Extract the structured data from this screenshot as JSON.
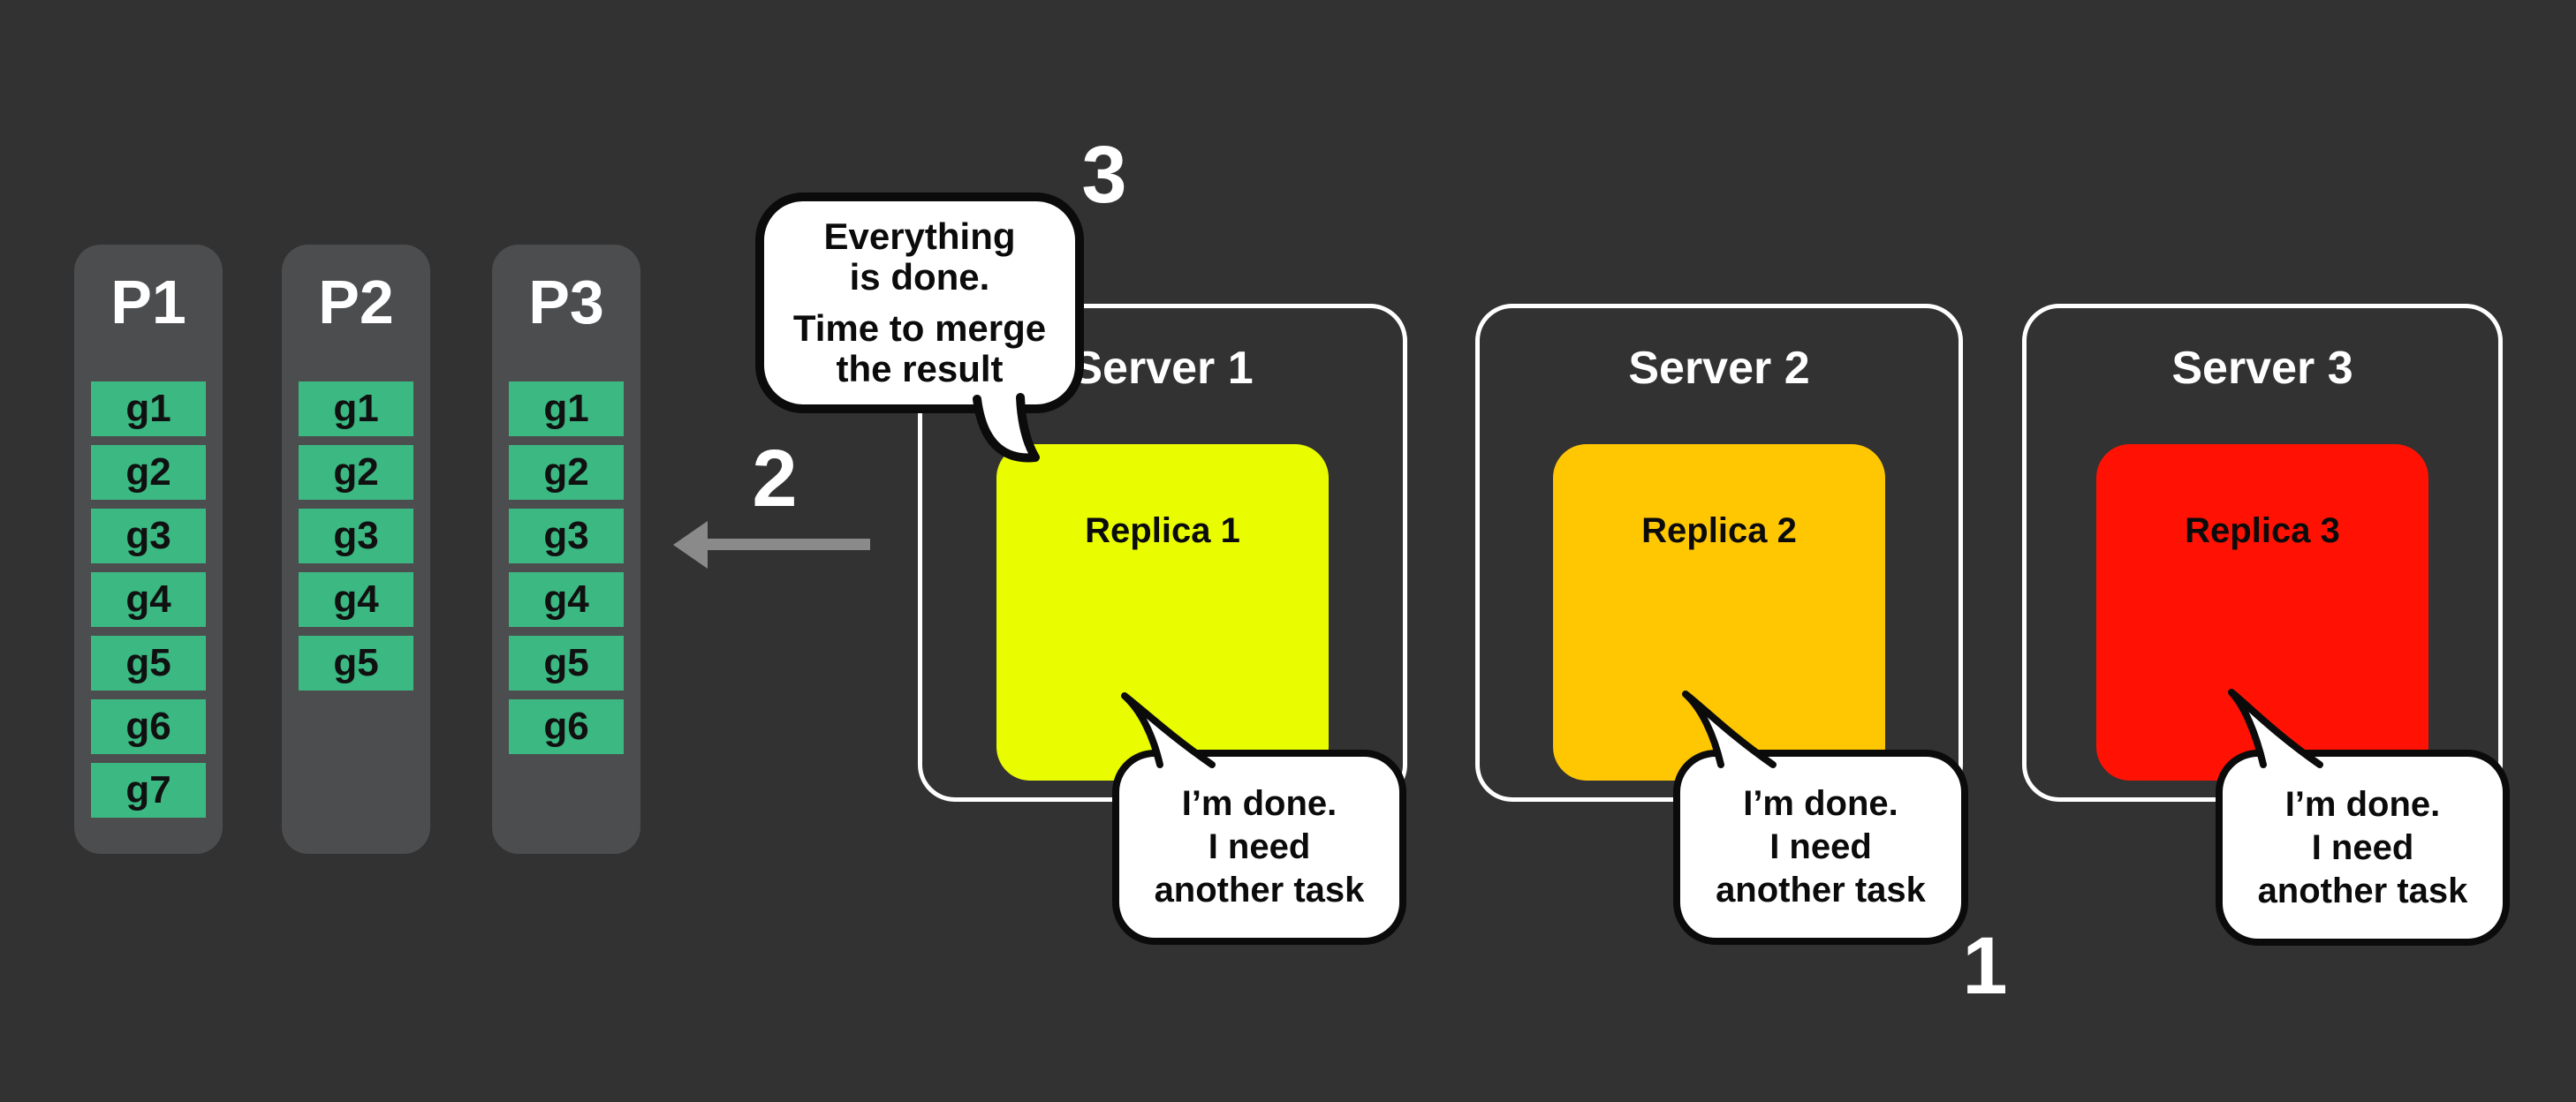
{
  "palette": {
    "background": "#323232",
    "partition_bg": "#4C4D4F",
    "task_green": "#3CB883",
    "arrow_gray": "#8A8A8A",
    "outline_black": "#0B0B0B",
    "bubble_white": "#FFFFFF",
    "text_white": "#FFFFFF"
  },
  "partitions": {
    "task_color": "#3CB883",
    "columns": [
      {
        "title": "P1",
        "tasks": [
          "g1",
          "g2",
          "g3",
          "g4",
          "g5",
          "g6",
          "g7"
        ]
      },
      {
        "title": "P2",
        "tasks": [
          "g1",
          "g2",
          "g3",
          "g4",
          "g5"
        ]
      },
      {
        "title": "P3",
        "tasks": [
          "g1",
          "g2",
          "g3",
          "g4",
          "g5",
          "g6"
        ]
      }
    ]
  },
  "servers": [
    {
      "title": "Server 1",
      "replica_label": "Replica 1",
      "replica_color": "#E9FC00"
    },
    {
      "title": "Server 2",
      "replica_label": "Replica 2",
      "replica_color": "#FFC702"
    },
    {
      "title": "Server 3",
      "replica_label": "Replica 3",
      "replica_color": "#FF1203"
    }
  ],
  "speech": {
    "merge_bubble": {
      "lines": [
        "Everything",
        "is done.",
        "Time to merge",
        "the result"
      ]
    },
    "done_bubble": {
      "lines": [
        "I’m done.",
        "I need",
        "another task"
      ]
    }
  },
  "steps": {
    "request_task": "1",
    "assign_task": "2",
    "merge_results": "3"
  }
}
